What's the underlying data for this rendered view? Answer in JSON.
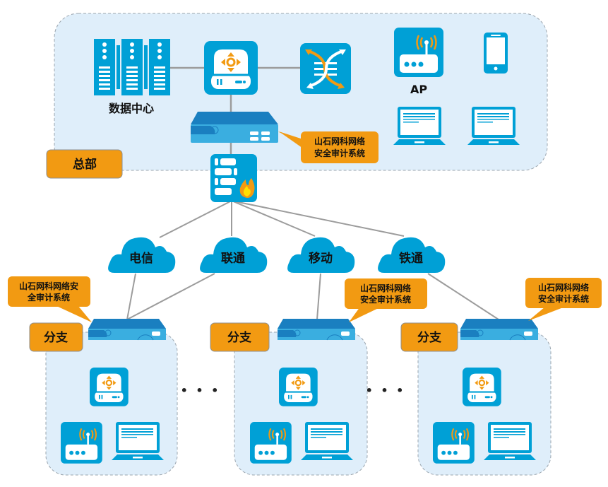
{
  "colors": {
    "zone_fill": "#dfeefa",
    "zone_border": "#9aa4ad",
    "device_blue": "#00a0d6",
    "device_dark": "#1a7fc0",
    "accent_orange": "#f29a12",
    "link_gray": "#9c9c9c",
    "text": "#111111"
  },
  "headquarters": {
    "tag": "总部",
    "datacenter_label": "数据中心",
    "ap_label": "AP",
    "audit_callout": [
      "山石网科网络",
      "安全审计系统"
    ]
  },
  "isps": [
    {
      "name": "电信"
    },
    {
      "name": "联通"
    },
    {
      "name": "移动"
    },
    {
      "name": "铁通"
    }
  ],
  "branches": [
    {
      "tag": "分支",
      "audit_callout": [
        "山石网科网络安",
        "全审计系统"
      ]
    },
    {
      "tag": "分支",
      "audit_callout": [
        "山石网科网络",
        "安全审计系统"
      ]
    },
    {
      "tag": "分支",
      "audit_callout": [
        "山石网科网络",
        "安全审计系统"
      ]
    }
  ],
  "ellipsis": "• • •"
}
